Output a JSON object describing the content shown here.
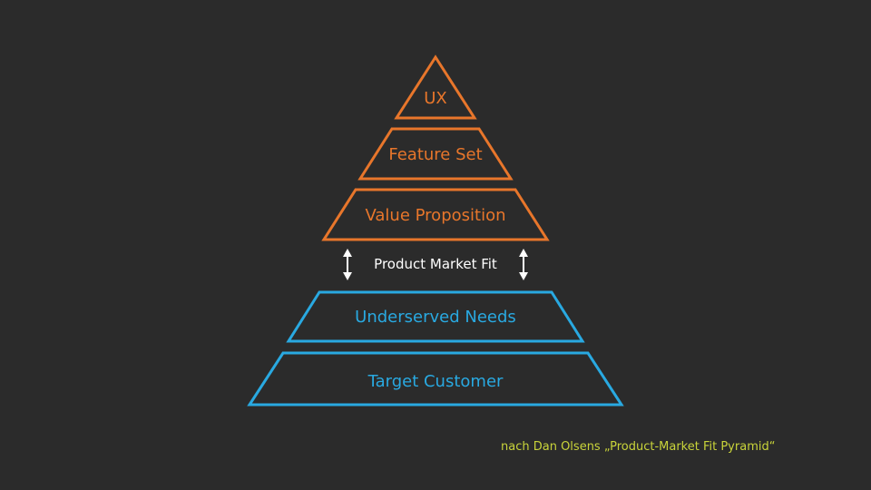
{
  "colors": {
    "background": "#2b2b2b",
    "top_levels": "#e8762b",
    "bottom_levels": "#29a9e1",
    "fit": "#ffffff",
    "credit": "#c9d43a"
  },
  "pyramid": {
    "levels": [
      {
        "label": "UX",
        "group": "product"
      },
      {
        "label": "Feature Set",
        "group": "product"
      },
      {
        "label": "Value Proposition",
        "group": "product"
      },
      {
        "label": "Underserved Needs",
        "group": "market"
      },
      {
        "label": "Target Customer",
        "group": "market"
      }
    ],
    "fit_label": "Product Market Fit",
    "fit_arrow_icon": "double-vertical-arrow-icon"
  },
  "credit": "nach Dan Olsens „Product-Market Fit Pyramid“"
}
